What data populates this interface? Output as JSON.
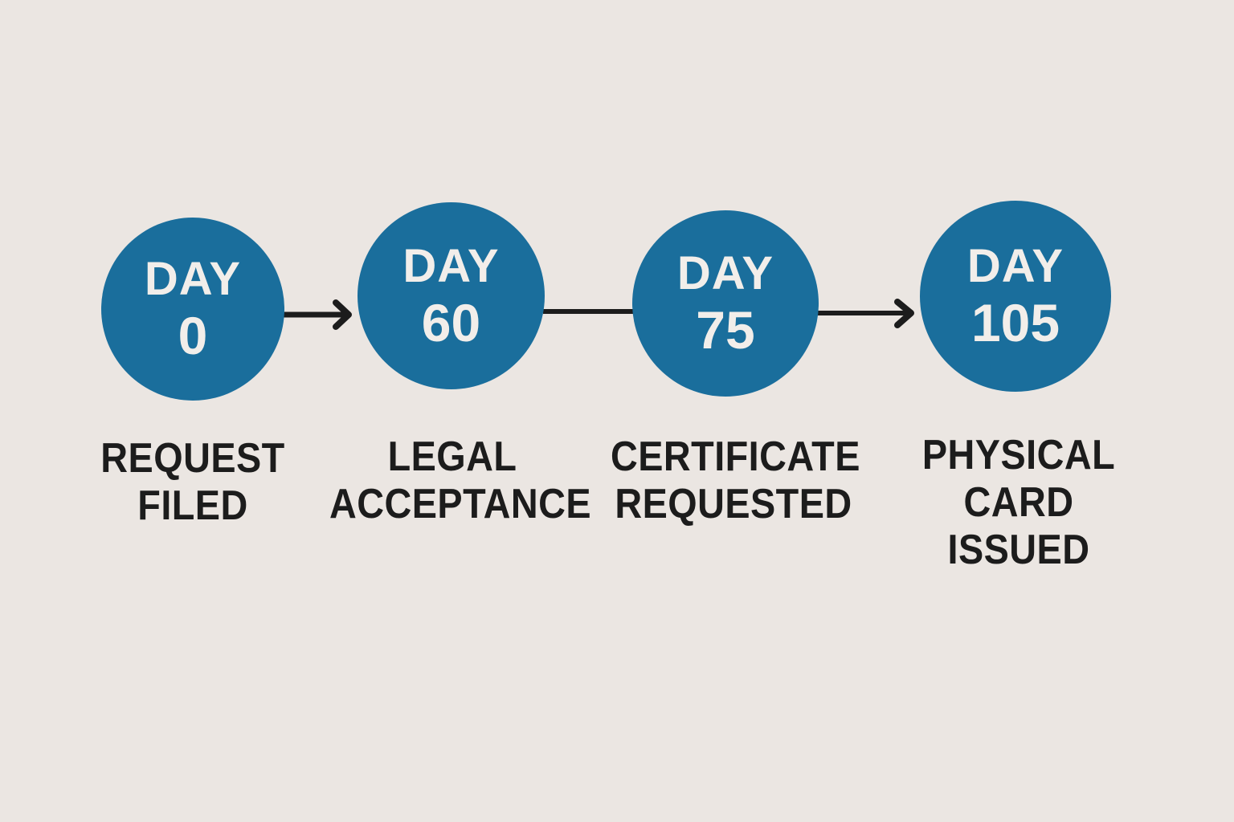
{
  "diagram": {
    "type": "timeline",
    "colors": {
      "background": "#ebe6e2",
      "node_fill": "#1a6e9c",
      "node_text": "#f2eeea",
      "caption_text": "#1c1c1c",
      "connector": "#1c1c1c"
    },
    "steps": [
      {
        "day_label": "DAY",
        "day_number": "0",
        "caption": [
          "REQUEST",
          "FILED"
        ]
      },
      {
        "day_label": "DAY",
        "day_number": "60",
        "caption": [
          "LEGAL",
          "ACCEPTANCE"
        ]
      },
      {
        "day_label": "DAY",
        "day_number": "75",
        "caption": [
          "CERTIFICATE",
          "REQUESTED"
        ]
      },
      {
        "day_label": "DAY",
        "day_number": "105",
        "caption": [
          "PHYSICAL",
          "CARD",
          "ISSUED"
        ]
      }
    ],
    "connectors": [
      {
        "from": 0,
        "to": 1,
        "style": "arrow"
      },
      {
        "from": 1,
        "to": 2,
        "style": "line"
      },
      {
        "from": 2,
        "to": 3,
        "style": "arrow"
      }
    ]
  }
}
